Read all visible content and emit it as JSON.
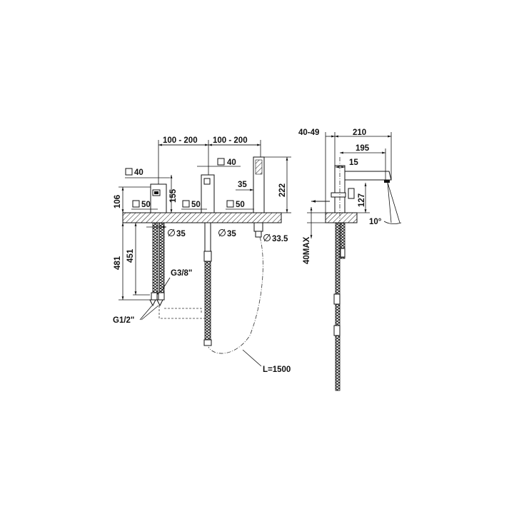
{
  "dims": {
    "w100_200_a": "100 - 200",
    "w100_200_b": "100 - 200",
    "sq40_a": "40",
    "sq40_b": "40",
    "sq50_a": "50",
    "sq50_b": "50",
    "sq50_c": "50",
    "h106": "106",
    "h155": "155",
    "h222": "222",
    "d35_handle": "35",
    "d35_a": "35",
    "d35_b": "35",
    "d33_5": "33.5",
    "h481": "481",
    "h451": "451",
    "g3_8": "G3/8\"",
    "g1_2": "G1/2\"",
    "hose_length": "L=1500",
    "side_40_49": "40-49",
    "side_210": "210",
    "side_195": "195",
    "side_15": "15",
    "side_127": "127",
    "side_angle": "10°",
    "side_40max": "40MAX"
  },
  "symbols": {
    "square": "square-symbol",
    "diameter": "diameter-symbol"
  }
}
